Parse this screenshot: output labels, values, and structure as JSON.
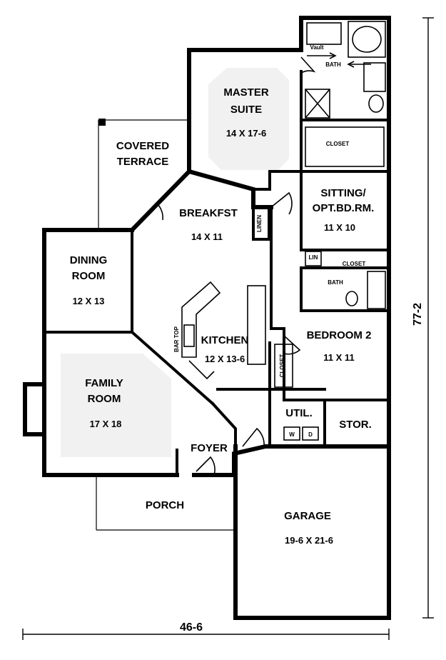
{
  "rooms": {
    "master_suite": {
      "name_1": "MASTER",
      "name_2": "SUITE",
      "size": "14 X 17-6"
    },
    "covered_terrace": {
      "name_1": "COVERED",
      "name_2": "TERRACE"
    },
    "breakfast": {
      "name": "BREAKFST",
      "size": "14 X 11"
    },
    "linen": {
      "name": "LINEN"
    },
    "sitting": {
      "name_1": "SITTING/",
      "name_2": "OPT.BD.RM.",
      "size": "11 X 10"
    },
    "dining": {
      "name_1": "DINING",
      "name_2": "ROOM",
      "size": "12 X 13"
    },
    "kitchen": {
      "name": "KITCHEN",
      "size": "12 X 13-6",
      "bar_top": "BAR TOP"
    },
    "bedroom2": {
      "name": "BEDROOM 2",
      "size": "11 X 11"
    },
    "family": {
      "name_1": "FAMILY",
      "name_2": "ROOM",
      "size": "17 X 18"
    },
    "util": {
      "name": "UTIL.",
      "washer": "W",
      "dryer": "D"
    },
    "stor": {
      "name": "STOR."
    },
    "foyer": {
      "name": "FOYER"
    },
    "porch": {
      "name": "PORCH"
    },
    "garage": {
      "name": "GARAGE",
      "size": "19-6 X 21-6"
    },
    "master_bath": {
      "name": "BATH",
      "vault": "Vault"
    },
    "bath2": {
      "name": "BATH"
    },
    "master_closet": {
      "name": "CLOSET"
    },
    "hall_closet": {
      "name": "CLOSET"
    },
    "lin": {
      "name": "LIN"
    },
    "bed2_closet": {
      "name": "CLOSET"
    }
  },
  "dimensions": {
    "width": "46-6",
    "depth": "77-2"
  }
}
